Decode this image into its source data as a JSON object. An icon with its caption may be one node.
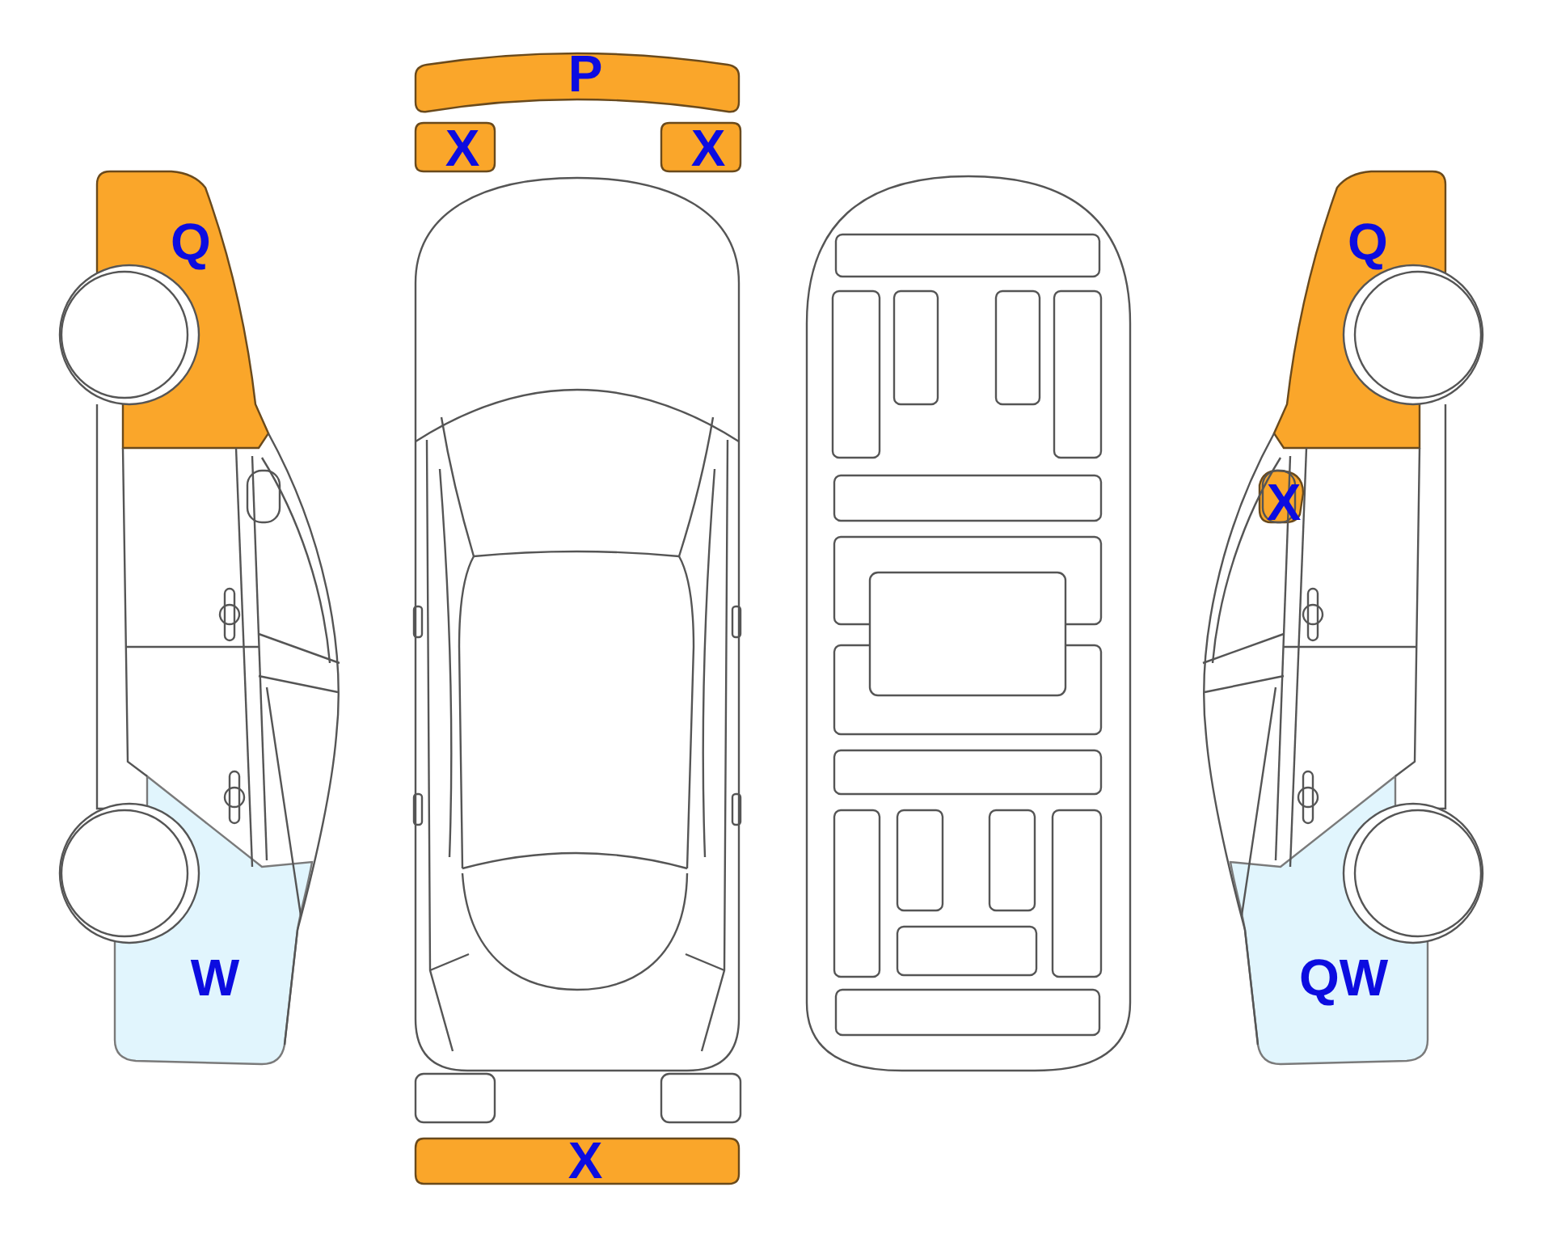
{
  "diagram": {
    "nodes": [
      {
        "text": [
          "P"
        ]
      },
      {
        "text": [
          "X"
        ]
      },
      {
        "text": [
          "X"
        ]
      },
      {
        "text": [
          "Q"
        ]
      },
      {
        "text": [
          "Q"
        ]
      },
      {
        "text": [
          "X"
        ]
      },
      {
        "text": [
          "W"
        ]
      },
      {
        "text": [
          "QW"
        ]
      },
      {
        "text": [
          "X"
        ]
      }
    ]
  }
}
